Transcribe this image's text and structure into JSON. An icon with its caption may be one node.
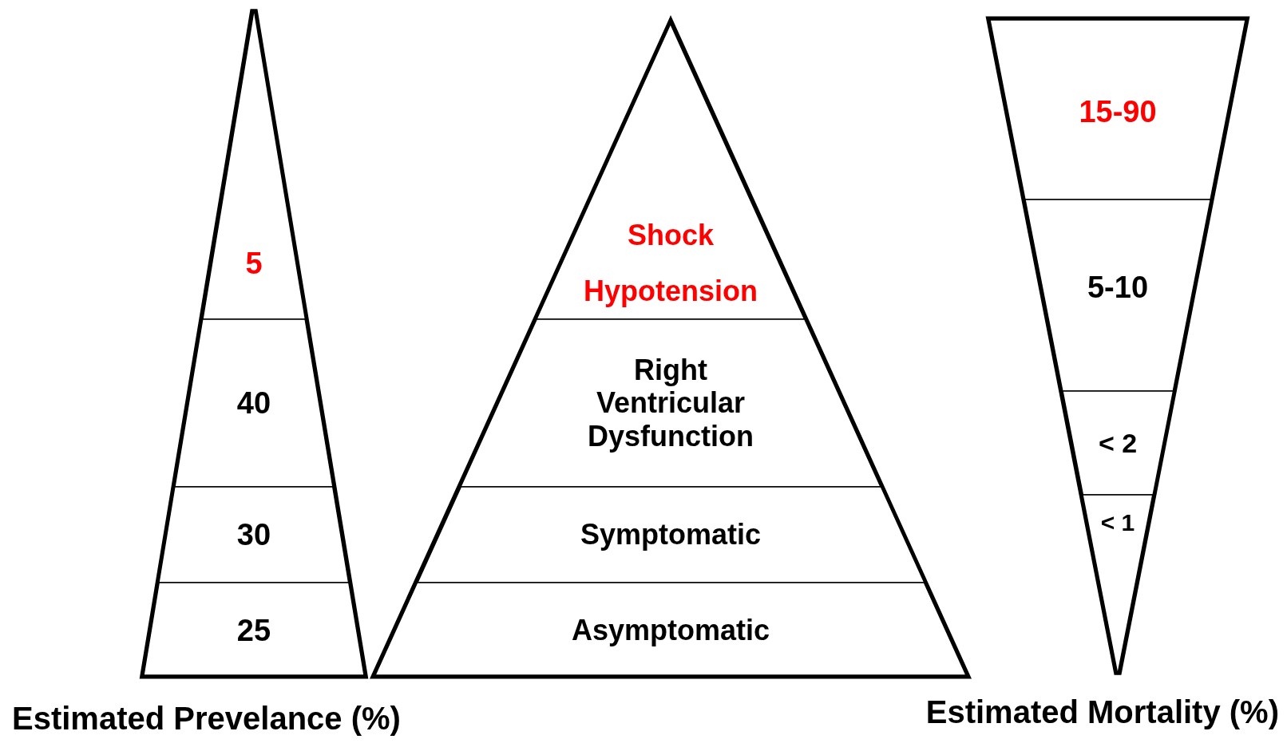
{
  "diagram": {
    "nodes": [
      {
        "text": [
          "5"
        ]
      },
      {
        "text": [
          "40"
        ]
      },
      {
        "text": [
          "30"
        ]
      },
      {
        "text": [
          "25"
        ]
      },
      {
        "text": [
          "Shock",
          "Hypotension"
        ]
      },
      {
        "text": [
          "Right Ventricular Dysfunction"
        ]
      },
      {
        "text": [
          "Symptomatic"
        ]
      },
      {
        "text": [
          "Asymptomatic"
        ]
      },
      {
        "text": [
          "15-90"
        ]
      },
      {
        "text": [
          "5-10"
        ]
      },
      {
        "text": [
          "< 2"
        ]
      },
      {
        "text": [
          "< 1"
        ]
      }
    ],
    "labels": [
      "Estimated Prevelance (%)",
      "Estimated Mortality (%)"
    ]
  }
}
